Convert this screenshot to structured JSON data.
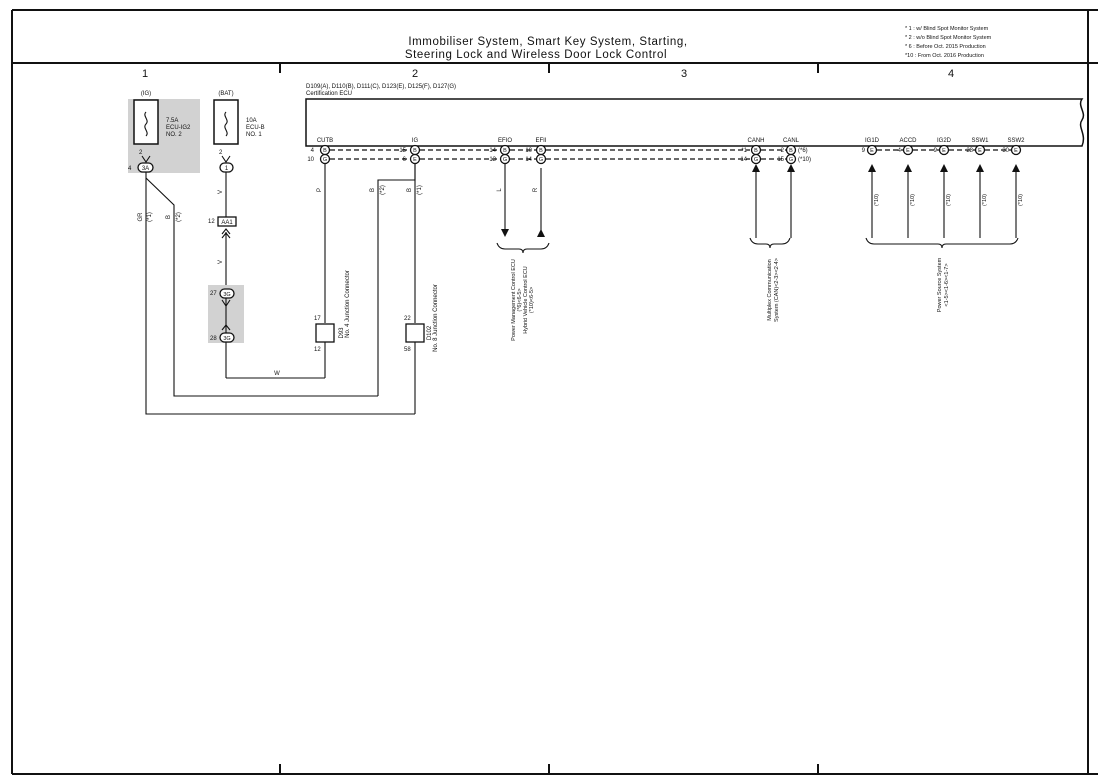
{
  "title": {
    "line1": "Immobiliser System, Smart Key System, Starting,",
    "line2": "Steering Lock and Wireless Door Lock Control"
  },
  "notes": [
    "* 1 : w/ Blind Spot Monitor System",
    "* 2 : w/o Blind Spot Monitor System",
    "* 6 : Before Oct. 2015 Production",
    "*10 : From Oct. 2016 Production"
  ],
  "columns": [
    "1",
    "2",
    "3",
    "4"
  ],
  "fuses": {
    "ig": {
      "source": "(IG)",
      "rating": "7.5A",
      "name": "ECU-IG2",
      "num": "NO. 2",
      "pin_top": "2",
      "pin_conn": "4",
      "conn": "3A"
    },
    "bat": {
      "source": "(BAT)",
      "rating": "10A",
      "name": "ECU-B",
      "num": "NO. 1",
      "pin_top": "2",
      "conn": "1"
    }
  },
  "wires_left": {
    "v1": "V",
    "v2": "V",
    "aa1_pin": "12",
    "aa1": "AA1",
    "c27": "27",
    "c28": "28",
    "j27": "3G",
    "j28": "3G",
    "gr": "GR",
    "b1": "B",
    "b1_note": "(*1)",
    "b2_note": "(*2)",
    "bottom_w": "W"
  },
  "ecu": {
    "codes": "D109(A), D110(B), D111(C), D123(E), D125(F), D127(G)",
    "name": "Certification ECU",
    "terminals": [
      {
        "label": "CUTB",
        "pins": [
          {
            "n": "4",
            "c": "B"
          },
          {
            "n": "10",
            "c": "G"
          }
        ]
      },
      {
        "label": "IG",
        "pins": [
          {
            "n": "15",
            "c": "B"
          },
          {
            "n": "6",
            "c": "E"
          }
        ]
      },
      {
        "label": "EFIO",
        "pins": [
          {
            "n": "14",
            "c": "B"
          },
          {
            "n": "13",
            "c": "G"
          }
        ]
      },
      {
        "label": "EFII",
        "pins": [
          {
            "n": "10",
            "c": "B"
          },
          {
            "n": "14",
            "c": "G"
          }
        ]
      },
      {
        "label": "CANH",
        "pins": [
          {
            "n": "*1",
            "c": "B"
          },
          {
            "n": "14",
            "c": "G"
          }
        ]
      },
      {
        "label": "CANL",
        "pins": [
          {
            "n": "2",
            "c": "B",
            "note": "(*6)"
          },
          {
            "n": "15",
            "c": "G",
            "note": "(*10)"
          }
        ]
      },
      {
        "label": "IG1D",
        "pins": [
          {
            "n": "9",
            "c": "E"
          }
        ]
      },
      {
        "label": "ACCD",
        "pins": [
          {
            "n": "4",
            "c": "E"
          }
        ]
      },
      {
        "label": "IG2D",
        "pins": [
          {
            "n": "9",
            "c": "E"
          }
        ]
      },
      {
        "label": "SSW1",
        "pins": [
          {
            "n": "28",
            "c": "E"
          }
        ]
      },
      {
        "label": "SSW2",
        "pins": [
          {
            "n": "30",
            "c": "E"
          }
        ]
      }
    ]
  },
  "wire_colors": {
    "p": "P",
    "b1": "B",
    "b2": "B",
    "b1_note": "(*2)",
    "b2_note": "(*1)",
    "l": "L",
    "r": "R"
  },
  "junctions": {
    "d93": {
      "top": "17",
      "bottom": "12",
      "code": "D93",
      "name": "No. 4 Junction Connector"
    },
    "d102": {
      "top": "22",
      "bottom": "58",
      "code": "D102",
      "name": "No. 8 Junction Connector"
    }
  },
  "dest": {
    "pm": {
      "line1": "Power Management Control ECU",
      "line2": "(*6)<6-5>",
      "line3": "Hybrid Vehicle Control ECU",
      "line4": "(*10)<6-5>"
    },
    "can": {
      "line1": "Multiplex Communication",
      "line2": "System (CAN)<2-3><2-4>"
    },
    "ps": {
      "line1": "Power Source System",
      "line2": "<1-5><1-6><1-7>"
    }
  },
  "ig_notes": [
    "(*10)",
    "(*10)",
    "(*10)",
    "(*10)",
    "(*10)"
  ]
}
